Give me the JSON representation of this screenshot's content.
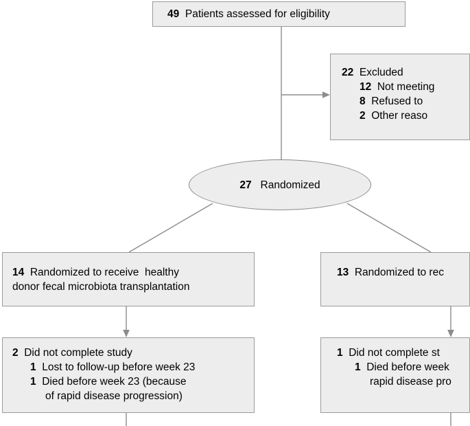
{
  "diagram": {
    "title": "CONSORT participant flow diagram",
    "style": {
      "node_fill": "#ededed",
      "node_border": "#9a9a9a",
      "connector_color": "#8c8c8c",
      "text_color": "#000000",
      "background": "#ffffff"
    },
    "nodes": {
      "enrollment": {
        "name": "patients-assessed-box",
        "lines": [
          {
            "count": "49",
            "text": "  Patients assessed for eligibility",
            "indent": 0
          }
        ]
      },
      "excluded": {
        "name": "excluded-box",
        "clipped": true,
        "lines": [
          {
            "count": "22",
            "text": "  Excluded",
            "indent": 0
          },
          {
            "count": "12",
            "text": "  Not meeting",
            "indent": 1
          },
          {
            "count": "8",
            "text": "  Refused to",
            "indent": 1
          },
          {
            "count": "2",
            "text": "  Other reaso",
            "indent": 1
          }
        ]
      },
      "randomized": {
        "name": "randomized-ellipse",
        "lines": [
          {
            "count": "27",
            "text": "   Randomized",
            "indent": 0
          }
        ]
      },
      "allocation_left": {
        "name": "allocation-fmt-box",
        "lines": [
          {
            "count": "14",
            "text": "  Randomized to receive  healthy",
            "indent": 0
          },
          {
            "count": "",
            "text": "donor fecal microbiota transplantation",
            "indent": 0
          }
        ]
      },
      "allocation_right": {
        "name": "allocation-control-box",
        "clipped": true,
        "lines": [
          {
            "count": "13",
            "text": "  Randomized to rec",
            "indent": 0
          }
        ]
      },
      "follow_up_left": {
        "name": "followup-fmt-box",
        "lines": [
          {
            "count": "2",
            "text": "  Did not complete study",
            "indent": 0
          },
          {
            "count": "1",
            "text": "  Lost to follow-up before week 23",
            "indent": 1
          },
          {
            "count": "1",
            "text": "  Died before week 23 (because",
            "indent": 1
          },
          {
            "count": "",
            "text": "of rapid disease progression)",
            "indent": 2
          }
        ]
      },
      "follow_up_right": {
        "name": "followup-control-box",
        "clipped": true,
        "lines": [
          {
            "count": "1",
            "text": "  Did not complete st",
            "indent": 0
          },
          {
            "count": "1",
            "text": "  Died before week",
            "indent": 1
          },
          {
            "count": "",
            "text": "rapid disease pro",
            "indent": 2
          }
        ]
      }
    }
  }
}
